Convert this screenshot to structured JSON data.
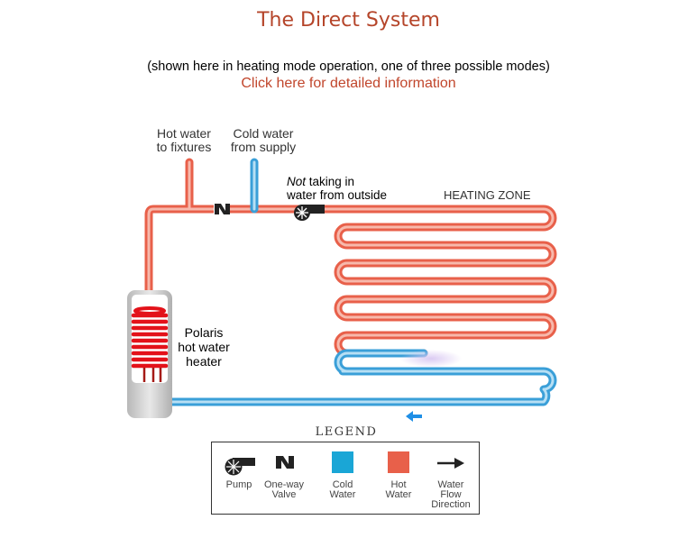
{
  "header": {
    "title": "The Direct System",
    "subtitle": "(shown here in heating mode operation, one of three possible modes)",
    "link": "Click here for detailed information"
  },
  "diagram": {
    "hot_outlet": {
      "line1": "Hot water",
      "line2": "to fixtures"
    },
    "cold_inlet": {
      "line1": "Cold water",
      "line2": "from supply"
    },
    "pump_note": {
      "emphasis": "Not",
      "line1_rest": " taking in",
      "line2": "water from outside"
    },
    "zone_label": "HEATING ZONE",
    "heater": {
      "line1": "Polaris",
      "line2": "hot water",
      "line3": "heater"
    }
  },
  "legend": {
    "title": "LEGEND",
    "items": [
      {
        "icon": "pump-icon",
        "line1": "Pump",
        "line2": "",
        "line3": ""
      },
      {
        "icon": "one-way-valve-icon",
        "line1": "One-way",
        "line2": "Valve",
        "line3": ""
      },
      {
        "icon": "cold-water-swatch",
        "color": "#1aa6d6",
        "line1": "Cold",
        "line2": "Water",
        "line3": ""
      },
      {
        "icon": "hot-water-swatch",
        "color": "#e8604a",
        "line1": "Hot",
        "line2": "Water",
        "line3": ""
      },
      {
        "icon": "arrow-right-icon",
        "line1": "Water",
        "line2": "Flow",
        "line3": "Direction"
      }
    ]
  },
  "colors": {
    "hot_pipe": "#e8604a",
    "hot_pipe_fill": "#f4a08f",
    "cold_pipe": "#3a9fd8",
    "cold_pipe_fill": "#a9d8f1",
    "heater_coil": "#e3121a",
    "title": "#b5452a",
    "flow_arrow": "#1f8fe6"
  }
}
